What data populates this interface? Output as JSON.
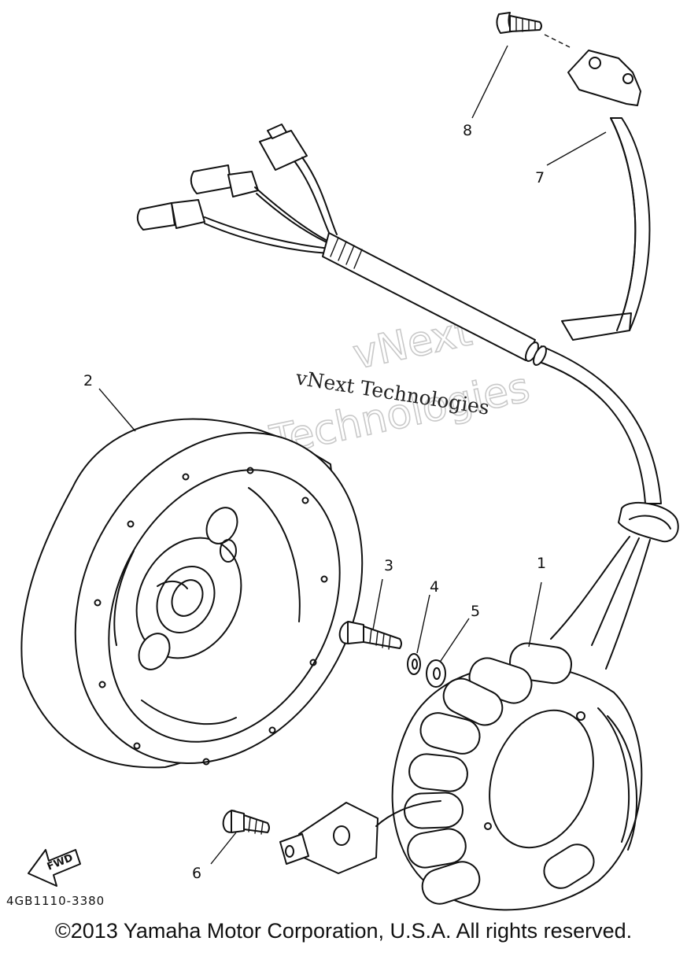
{
  "callouts": {
    "c1": "1",
    "c2": "2",
    "c3": "3",
    "c4": "4",
    "c5": "5",
    "c6": "6",
    "c7": "7",
    "c8": "8"
  },
  "watermark": {
    "small": "vNext Technologies",
    "big_line1": "vNext",
    "big_line2": "Technologies"
  },
  "part_code": "4GB1110-3380",
  "fwd_label": "FWD",
  "copyright": "©2013 Yamaha Motor Corporation, U.S.A. All rights reserved."
}
